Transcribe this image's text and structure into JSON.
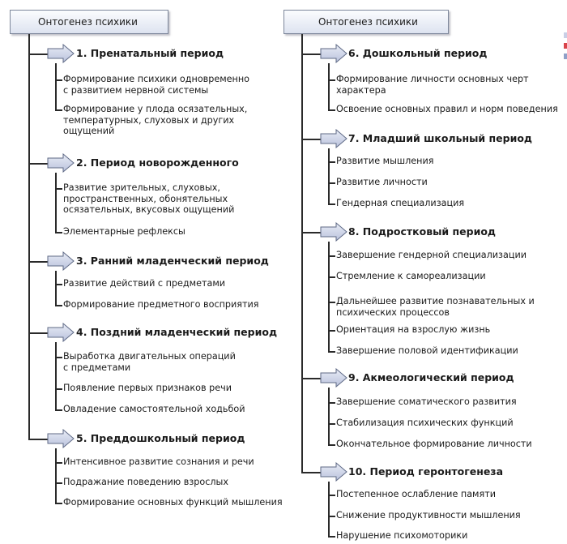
{
  "columns": [
    {
      "title": "Онтогенез психики",
      "periods": [
        {
          "label": "1. Пренатальный период",
          "items": [
            [
              "Формирование психики одновременно",
              "с развитием нервной системы"
            ],
            [
              "Формирование у плода осязательных,",
              "температурных, слуховых и других",
              "ощущений"
            ]
          ]
        },
        {
          "label": "2. Период новорожденного",
          "items": [
            [
              "Развитие зрительных, слуховых,",
              "пространственных, обонятельных",
              "осязательных, вкусовых ощущений"
            ],
            [
              "Элементарные рефлексы"
            ]
          ]
        },
        {
          "label": "3. Ранний младенческий период",
          "items": [
            [
              "Развитие действий с предметами"
            ],
            [
              "Формирование предметного восприятия"
            ]
          ]
        },
        {
          "label": "4. Поздний младенческий период",
          "items": [
            [
              "Выработка двигательных операций",
              "с предметами"
            ],
            [
              "Появление первых признаков речи"
            ],
            [
              "Овладение самостоятельной ходьбой"
            ]
          ]
        },
        {
          "label": "5. Преддошкольный период",
          "items": [
            [
              "Интенсивное развитие сознания и речи"
            ],
            [
              "Подражание поведению взрослых"
            ],
            [
              "Формирование основных функций мышления"
            ]
          ]
        }
      ]
    },
    {
      "title": "Онтогенез психики",
      "periods": [
        {
          "label": "6. Дошкольный период",
          "items": [
            [
              "Формирование личности основных черт",
              "характера"
            ],
            [
              "Освоение основных правил и норм поведения"
            ]
          ]
        },
        {
          "label": "7. Младший школьный период",
          "items": [
            [
              "Развитие мышления"
            ],
            [
              "Развитие личности"
            ],
            [
              "Гендерная специализация"
            ]
          ]
        },
        {
          "label": "8. Подростковый период",
          "items": [
            [
              "Завершение гендерной специализации"
            ],
            [
              "Стремление к самореализации"
            ],
            [
              "Дальнейшее развитие познавательных и",
              "психических процессов"
            ],
            [
              "Ориентация на взрослую жизнь"
            ],
            [
              "Завершение половой идентификации"
            ]
          ]
        },
        {
          "label": "9. Акмеологический период",
          "items": [
            [
              "Завершение соматического развития"
            ],
            [
              "Стабилизация психических функций"
            ],
            [
              "Окончательное формирование личности"
            ]
          ]
        },
        {
          "label": "10. Период геронтогенеза",
          "items": [
            [
              "Постепенное ослабление памяти"
            ],
            [
              "Снижение продуктивности мышления"
            ],
            [
              "Нарушение психомоторики"
            ]
          ]
        }
      ]
    }
  ],
  "colors": {
    "line": "#2a2a2a",
    "arrow_top": "#e9ecf6",
    "arrow_bottom": "#b9c2dc",
    "arrow_stroke": "#5f6a86",
    "title_border": "#7d879b"
  }
}
